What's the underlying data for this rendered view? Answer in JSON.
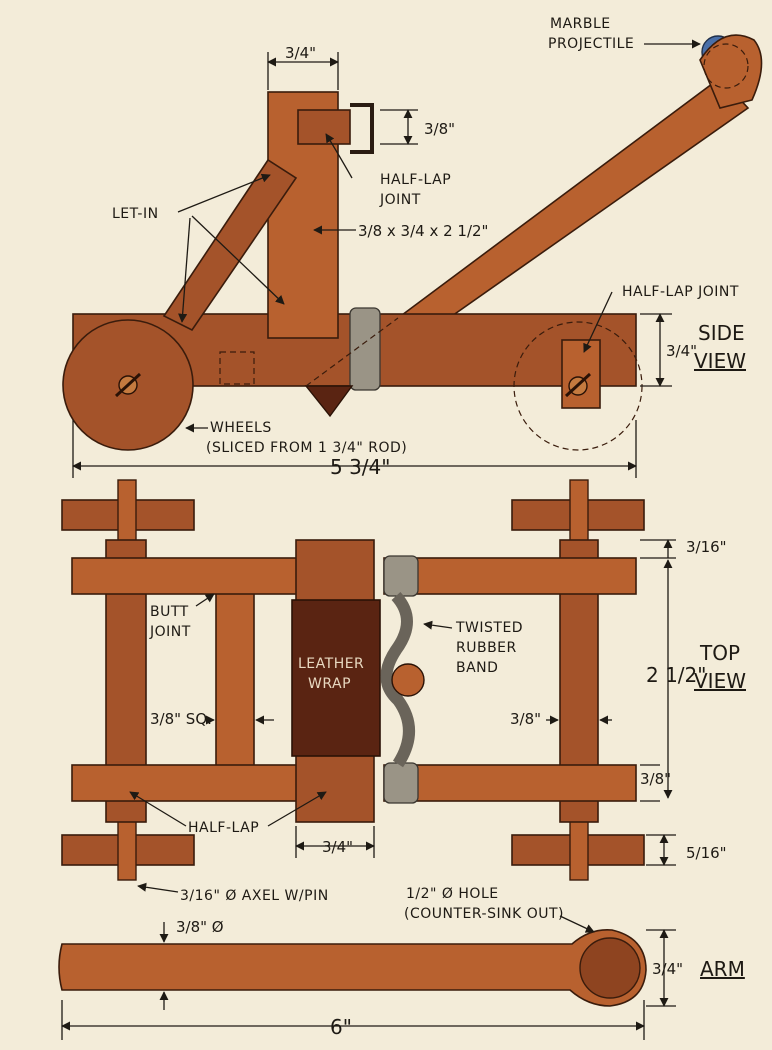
{
  "labels": {
    "marble_projectile": [
      "MARBLE",
      "PROJECTILE"
    ],
    "let_in": "LET-IN",
    "half_lap_joint_top": [
      "HALF-LAP",
      "JOINT"
    ],
    "upright_size": "3/8 x 3/4 x 2 1/2\"",
    "half_lap_joint_side": "HALF-LAP JOINT",
    "side_view": [
      "SIDE",
      "VIEW"
    ],
    "wheels": [
      "WHEELS",
      "(SLICED FROM 1 3/4\" ROD)"
    ],
    "butt_joint": [
      "BUTT",
      "JOINT"
    ],
    "leather_wrap": [
      "LEATHER",
      "WRAP"
    ],
    "twisted_rubber_band": [
      "TWISTED",
      "RUBBER",
      "BAND"
    ],
    "top_view": [
      "TOP",
      "VIEW"
    ],
    "half_lap": "HALF-LAP",
    "axel": "3/16\" Ø AXEL W/PIN",
    "hole": [
      "1/2\" Ø HOLE",
      "(COUNTER-SINK OUT)"
    ],
    "arm_dia": "3/8\" Ø",
    "arm": "ARM"
  },
  "dimensions": {
    "upright_width": "3/4\"",
    "joint_height": "3/8\"",
    "base_height": "3/4\"",
    "overall_length": "5 3/4\"",
    "rail_width": "3/16\"",
    "frame_width": "2 1/2\"",
    "crosspiece_left": "3/8\" SQ.",
    "crosspiece_right": "3/8\"",
    "rail_lower": "3/8\"",
    "block_width": "3/4\"",
    "wheel_thickness": "5/16\"",
    "arm_end": "3/4\"",
    "arm_length": "6\""
  }
}
